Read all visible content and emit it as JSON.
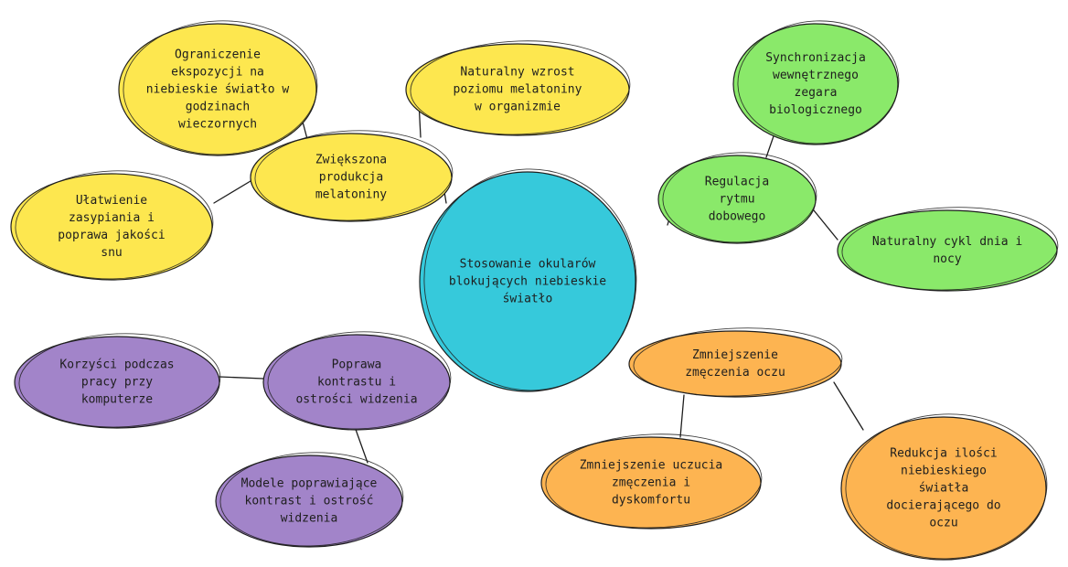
{
  "colors": {
    "center": "#36c9db",
    "yellow": "#fde74f",
    "green": "#8ae96a",
    "purple": "#a284c9",
    "orange": "#fdb451",
    "stroke": "#1e1e1e"
  },
  "nodes": {
    "center": {
      "lines": [
        "Stosowanie okularów",
        "blokujących niebieskie",
        "światło"
      ]
    },
    "melatonin": {
      "lines": [
        "Zwiększona",
        "produkcja",
        "melatoniny"
      ]
    },
    "limit_exposure": {
      "lines": [
        "Ograniczenie",
        "ekspozycji na",
        "niebieskie światło w",
        "godzinach",
        "wieczornych"
      ]
    },
    "natural_rise": {
      "lines": [
        "Naturalny wzrost",
        "poziomu melatoniny",
        "w organizmie"
      ]
    },
    "easier_sleep": {
      "lines": [
        "Ułatwienie",
        "zasypiania i",
        "poprawa jakości",
        "snu"
      ]
    },
    "rhythm": {
      "lines": [
        "Regulacja",
        "rytmu",
        "dobowego"
      ]
    },
    "sync_clock": {
      "lines": [
        "Synchronizacja",
        "wewnętrznego",
        "zegara",
        "biologicznego"
      ]
    },
    "day_night": {
      "lines": [
        "Naturalny cykl dnia i",
        "nocy"
      ]
    },
    "contrast": {
      "lines": [
        "Poprawa",
        "kontrastu i",
        "ostrości widzenia"
      ]
    },
    "computer": {
      "lines": [
        "Korzyści podczas",
        "pracy przy",
        "komputerze"
      ]
    },
    "models": {
      "lines": [
        "Modele poprawiające",
        "kontrast i ostrość",
        "widzenia"
      ]
    },
    "eye_strain": {
      "lines": [
        "Zmniejszenie",
        "zmęczenia oczu"
      ]
    },
    "discomfort": {
      "lines": [
        "Zmniejszenie uczucia",
        "zmęczenia i",
        "dyskomfortu"
      ]
    },
    "blue_reduction": {
      "lines": [
        "Redukcja ilości",
        "niebieskiego",
        "światła",
        "docierającego do",
        "oczu"
      ]
    }
  }
}
